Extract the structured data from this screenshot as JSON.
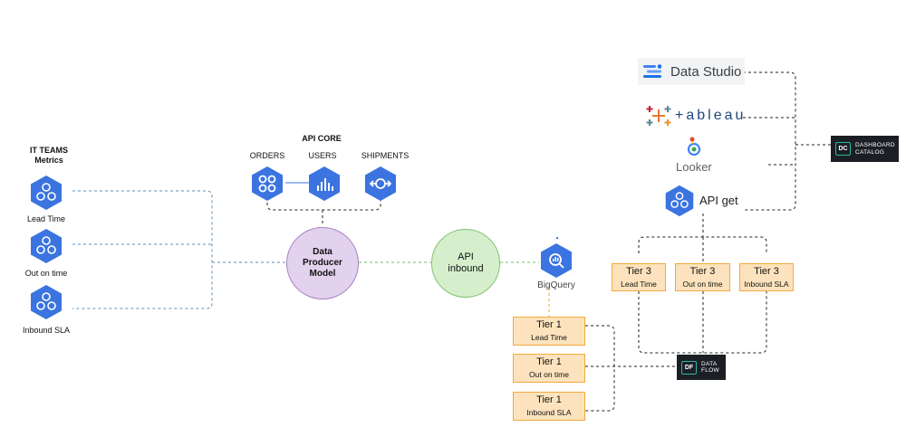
{
  "it_teams": {
    "title": "IT TEAMS\nMetrics",
    "items": [
      {
        "label": "Lead Time"
      },
      {
        "label": "Out on time"
      },
      {
        "label": "Inbound SLA"
      }
    ]
  },
  "api_core": {
    "title": "API CORE",
    "items": [
      {
        "label": "ORDERS",
        "icon": "orders-icon"
      },
      {
        "label": "USERS",
        "icon": "users-icon"
      },
      {
        "label": "SHIPMENTS",
        "icon": "shipments-icon"
      }
    ]
  },
  "data_producer": {
    "label": "Data\nProducer\nModel",
    "color": "#e3d2ee",
    "border": "#a97fc6"
  },
  "api_inbound": {
    "label": "API\ninbound",
    "color": "#d5efcc",
    "border": "#84c26f"
  },
  "bigquery": {
    "label": "BigQuery"
  },
  "tier1": [
    {
      "tier": "Tier 1",
      "metric": "Lead Time"
    },
    {
      "tier": "Tier 1",
      "metric": "Out on time"
    },
    {
      "tier": "Tier 1",
      "metric": "Inbound SLA"
    }
  ],
  "tier3": [
    {
      "tier": "Tier 3",
      "metric": "Lead Time"
    },
    {
      "tier": "Tier 3",
      "metric": "Out on time"
    },
    {
      "tier": "Tier 3",
      "metric": "Inbound SLA"
    }
  ],
  "dataflow": {
    "icon": "DF",
    "label": "DATA\nFLOW"
  },
  "dashboard_catalog": {
    "icon": "DC",
    "label": "DASHBOARD\nCATALOG"
  },
  "tools": {
    "data_studio": "Data Studio",
    "tableau": "+ableau",
    "looker": "Looker",
    "api_get": "API get"
  },
  "colors": {
    "hex_blue": "#3b74e0",
    "tier_fill": "#fde3bd",
    "tier_border": "#f2a93b",
    "badge_bg": "#1b1f24",
    "wire_blue": "#5b8fb8",
    "wire_green": "#6fbf60",
    "wire_orange": "#e8a33a"
  }
}
